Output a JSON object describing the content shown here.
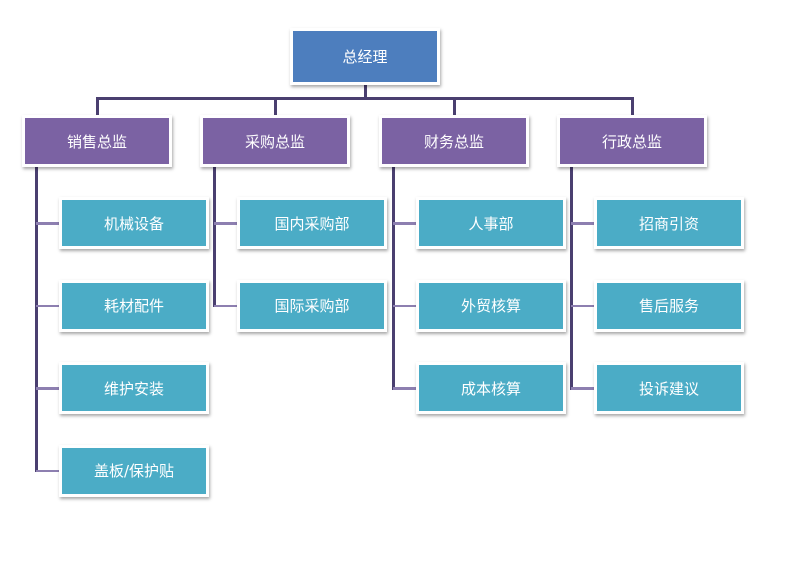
{
  "colors": {
    "root": "#4d7ebe",
    "director": "#7b62a3",
    "department": "#4bacc6",
    "connector_main": "#4a3f70",
    "connector_sub": "#8d7fb0"
  },
  "root": {
    "label": "总经理"
  },
  "directors": [
    {
      "label": "销售总监",
      "departments": [
        "机械设备",
        "耗材配件",
        "维护安装",
        "盖板/保护贴"
      ]
    },
    {
      "label": "采购总监",
      "departments": [
        "国内采购部",
        "国际采购部"
      ]
    },
    {
      "label": "财务总监",
      "departments": [
        "人事部",
        "外贸核算",
        "成本核算"
      ]
    },
    {
      "label": "行政总监",
      "departments": [
        "招商引资",
        "售后服务",
        "投诉建议"
      ]
    }
  ]
}
